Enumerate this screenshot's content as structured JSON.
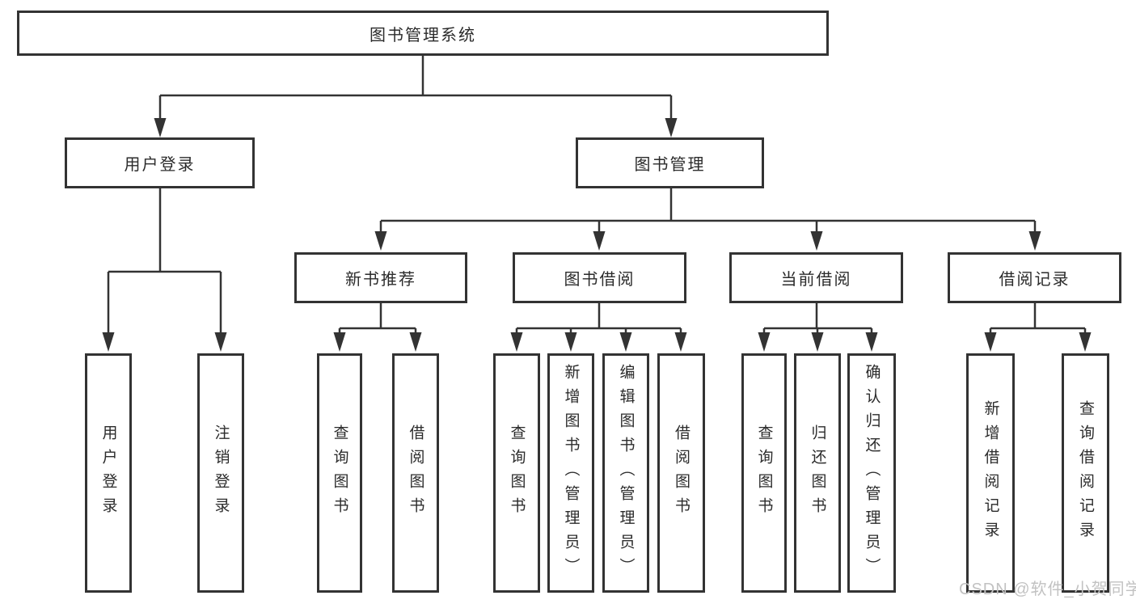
{
  "tree": {
    "root": {
      "label": "图书管理系统",
      "children": [
        {
          "label": "用户登录",
          "children": [
            {
              "label": "用户登录"
            },
            {
              "label": "注销登录"
            }
          ]
        },
        {
          "label": "图书管理",
          "children": [
            {
              "label": "新书推荐",
              "children": [
                {
                  "label": "查询图书"
                },
                {
                  "label": "借阅图书"
                }
              ]
            },
            {
              "label": "图书借阅",
              "children": [
                {
                  "label": "查询图书"
                },
                {
                  "label": "新增图书（管理员）"
                },
                {
                  "label": "编辑图书（管理员）"
                },
                {
                  "label": "借阅图书"
                }
              ]
            },
            {
              "label": "当前借阅",
              "children": [
                {
                  "label": "查询图书"
                },
                {
                  "label": "归还图书"
                },
                {
                  "label": "确认归还（管理员）"
                }
              ]
            },
            {
              "label": "借阅记录",
              "children": [
                {
                  "label": "新增借阅记录"
                },
                {
                  "label": "查询借阅记录"
                }
              ]
            }
          ]
        }
      ]
    }
  },
  "watermark": {
    "text": "CSDN @软件_小贺同学"
  },
  "colors": {
    "line": "#333333",
    "text": "#2b2b2b",
    "watermark": "#c2c2c2",
    "background": "#ffffff"
  }
}
